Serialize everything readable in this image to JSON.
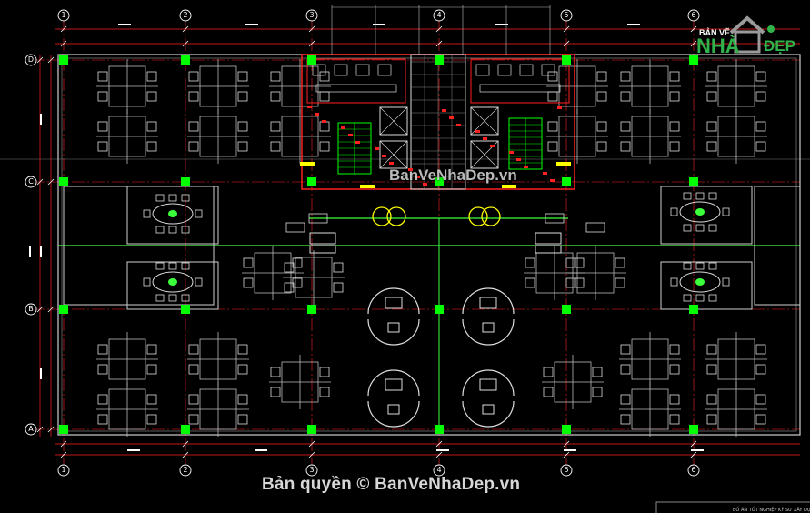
{
  "watermark": {
    "bottom_text": "Bản quyền © BanVeNhaDep.vn",
    "center_text": "BanVeNhaDep.vn"
  },
  "logo": {
    "small_text": "BẢN VẼ",
    "brand_main": "NHÀ",
    "brand_right": "ĐẸP"
  },
  "grid_axes": {
    "columns": [
      "1",
      "2",
      "3",
      "4",
      "5",
      "6"
    ],
    "rows": [
      "D",
      "C",
      "B",
      "A"
    ]
  },
  "colors": {
    "background": "#000000",
    "grid_line": "#ff2020",
    "column_marker": "#00ff00",
    "furniture": "#ffffff",
    "core_walls": "#ff2020",
    "core_stairs": "#00ff00",
    "door_accent": "#ffff00"
  },
  "title_block": {
    "text": "BỐ ÁN TỐT NGHIỆP KỸ SƯ XÂY DỰNG"
  }
}
